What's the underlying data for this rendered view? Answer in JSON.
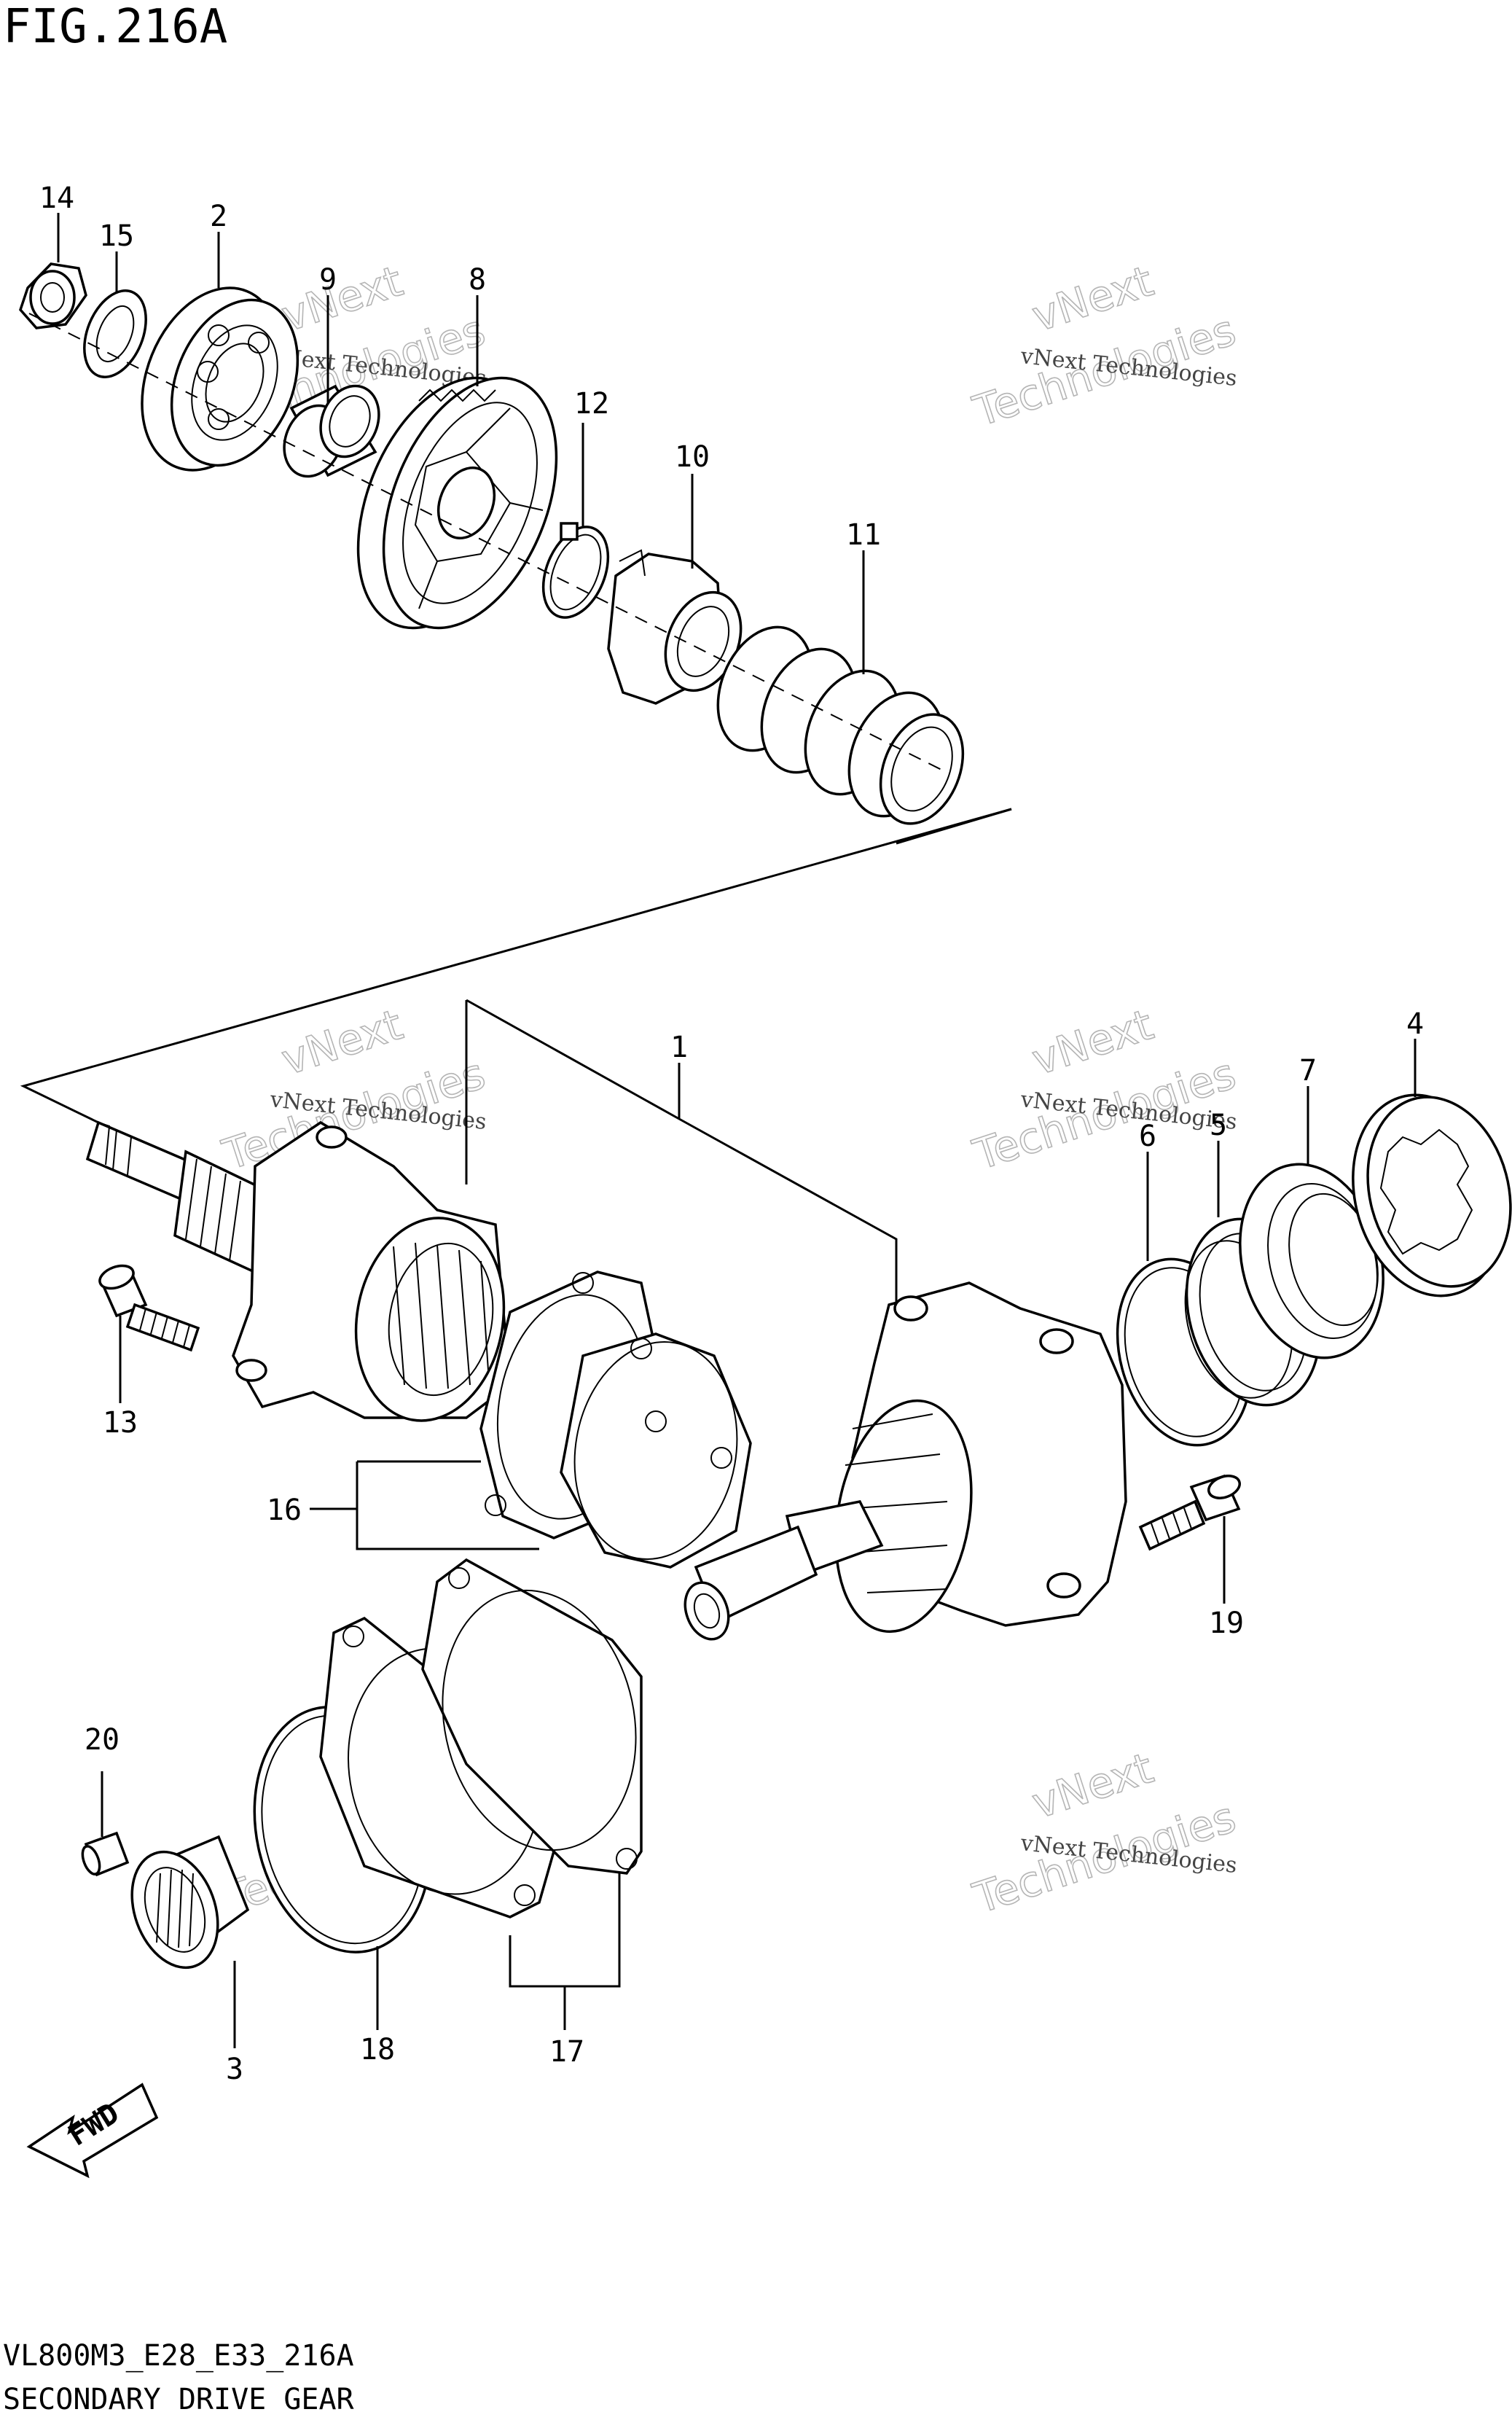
{
  "figure": {
    "title": "FIG.216A",
    "model_code": "VL800M3_E28_E33_216A",
    "caption": "SECONDARY DRIVE GEAR"
  },
  "direction_label": "FWD",
  "watermark": {
    "line1": "vNext Technologies",
    "line2": "vNext",
    "line3": "Technologies"
  },
  "callouts": [
    {
      "id": "14",
      "label": "14"
    },
    {
      "id": "15",
      "label": "15"
    },
    {
      "id": "2",
      "label": "2"
    },
    {
      "id": "9",
      "label": "9"
    },
    {
      "id": "8",
      "label": "8"
    },
    {
      "id": "12",
      "label": "12"
    },
    {
      "id": "10",
      "label": "10"
    },
    {
      "id": "11",
      "label": "11"
    },
    {
      "id": "1",
      "label": "1"
    },
    {
      "id": "4",
      "label": "4"
    },
    {
      "id": "7",
      "label": "7"
    },
    {
      "id": "6",
      "label": "6"
    },
    {
      "id": "5",
      "label": "5"
    },
    {
      "id": "13",
      "label": "13"
    },
    {
      "id": "16",
      "label": "16"
    },
    {
      "id": "19",
      "label": "19"
    },
    {
      "id": "20",
      "label": "20"
    },
    {
      "id": "3",
      "label": "3"
    },
    {
      "id": "18",
      "label": "18"
    },
    {
      "id": "17",
      "label": "17"
    }
  ]
}
